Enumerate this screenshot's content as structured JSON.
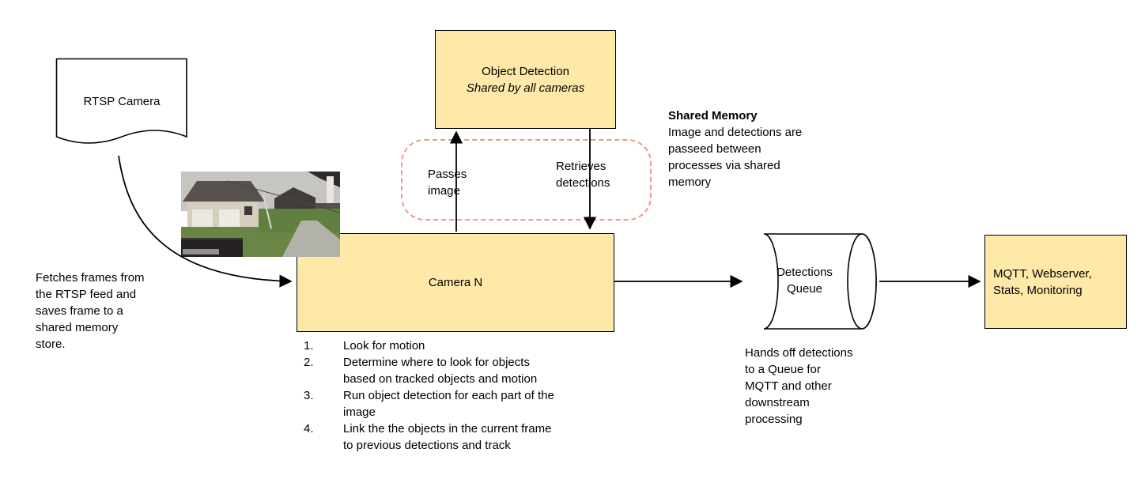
{
  "diagram": {
    "rtsp_camera": {
      "label": "RTSP Camera"
    },
    "fetch_note": "Fetches frames from\nthe RTSP feed and\nsaves frame to a\nshared memory\nstore.",
    "object_detection": {
      "title": "Object Detection",
      "subtitle": "Shared by all cameras"
    },
    "passes_image_label": "Passes\nimage",
    "retrieves_detections_label": "Retrieves\ndetections",
    "shared_memory": {
      "title": "Shared Memory",
      "body": "Image and detections are\npasseed between\nprocesses via shared\nmemory"
    },
    "camera_n": {
      "label": "Camera N",
      "steps": [
        {
          "num": "1.",
          "text": "Look for motion"
        },
        {
          "num": "2.",
          "text": "Determine where to look for objects\nbased on tracked objects and motion"
        },
        {
          "num": "3.",
          "text": "Run object detection for each part of the\nimage"
        },
        {
          "num": "4.",
          "text": "Link the the objects in the current frame\nto previous detections and track"
        }
      ]
    },
    "detections_queue": {
      "label": "Detections\nQueue",
      "note": "Hands off detections\nto a Queue for\nMQTT and other\ndownstream\nprocessing"
    },
    "outputs": {
      "label": "MQTT, Webserver,\nStats, Monitoring"
    },
    "colors": {
      "node_fill": "#ffe9a8",
      "node_stroke": "#000000",
      "shared_memory_dash": "#f2978a",
      "arrow": "#000000"
    }
  }
}
